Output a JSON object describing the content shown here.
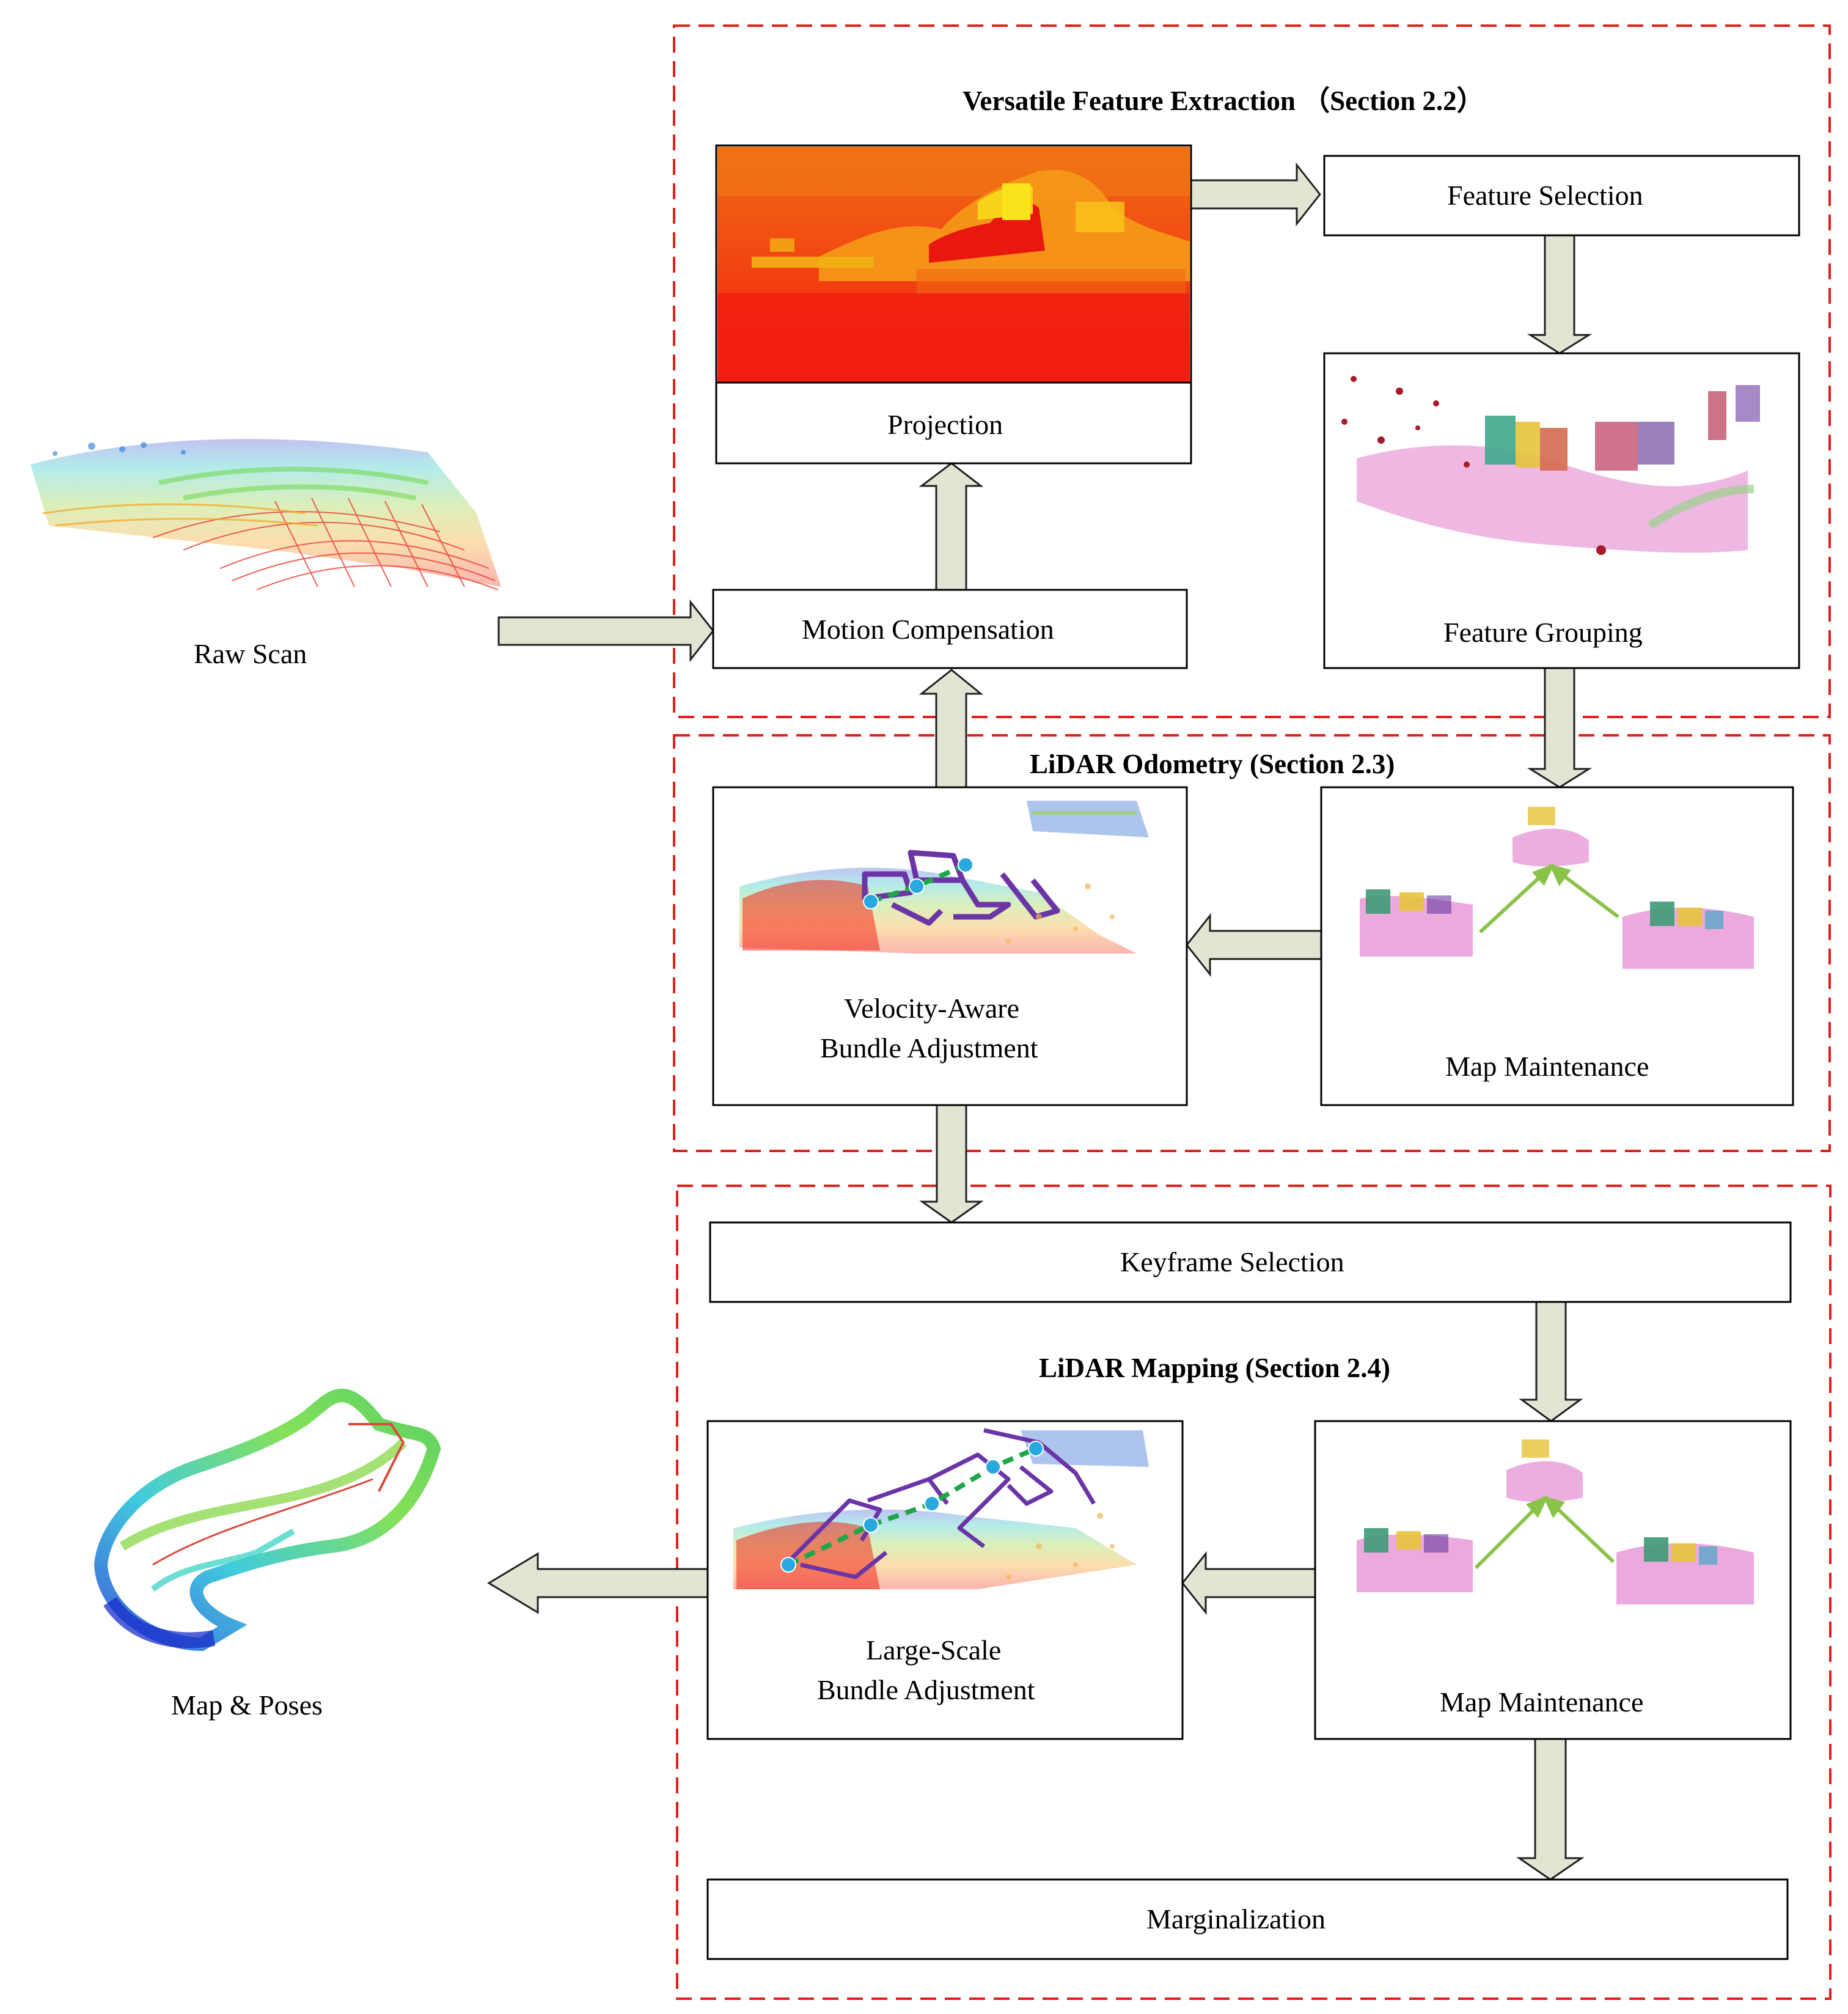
{
  "colors": {
    "dashed_frame": "#e0201c",
    "arrow_fill": "#e2e5d3",
    "node_border": "#000000",
    "projection_red": "#f02010",
    "projection_orange": "#f77a10",
    "projection_yellow": "#f9e31a",
    "feature_pink": "#e79ad7",
    "green_link": "#8bc34a",
    "trajectory_purple": "#6b35a6",
    "trajectory_green": "#1fa64a",
    "pose_blue": "#29a8e0"
  },
  "sections": {
    "extraction": {
      "title": "Versatile Feature Extraction （Section 2.2）"
    },
    "odometry": {
      "title": "LiDAR Odometry (Section 2.3)"
    },
    "mapping": {
      "title": "LiDAR Mapping (Section 2.4)"
    }
  },
  "inputs": {
    "raw_scan": {
      "label": "Raw Scan",
      "icon": "point-cloud-scan"
    }
  },
  "outputs": {
    "map_poses": {
      "label": "Map & Poses",
      "icon": "trajectory-map"
    }
  },
  "nodes": {
    "projection": {
      "label": "Projection",
      "image": "range-image"
    },
    "feature_selection": {
      "label": "Feature Selection"
    },
    "feature_grouping": {
      "label": "Feature Grouping",
      "image": "grouped-point-cloud"
    },
    "motion_compensation": {
      "label": "Motion Compensation"
    },
    "velocity_ba": {
      "line1": "Velocity-Aware",
      "line2": "Bundle Adjustment",
      "image": "sliding-window-poses"
    },
    "odometry_map_maintenance": {
      "label": "Map Maintenance",
      "image": "submap-merge"
    },
    "keyframe_selection": {
      "label": "Keyframe Selection"
    },
    "large_scale_ba": {
      "line1": "Large-Scale",
      "line2": "Bundle Adjustment",
      "image": "keyframe-poses"
    },
    "mapping_map_maintenance": {
      "label": "Map Maintenance",
      "image": "submap-merge"
    },
    "marginalization": {
      "label": "Marginalization"
    }
  }
}
